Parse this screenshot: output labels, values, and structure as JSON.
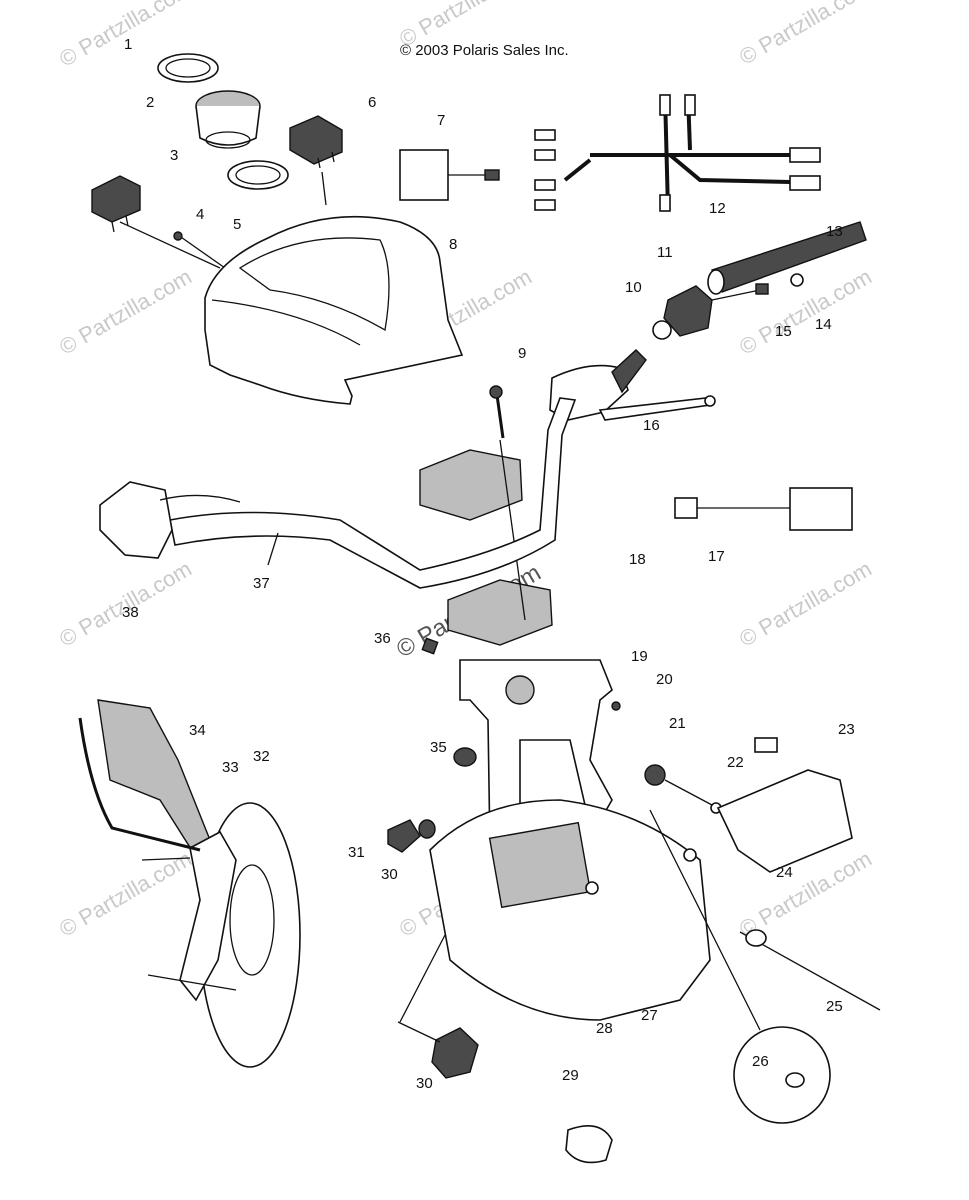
{
  "copyright": "© 2003 Polaris Sales Inc.",
  "watermark": "© Partzilla.com",
  "callouts": [
    "1",
    "2",
    "3",
    "4",
    "5",
    "6",
    "7",
    "8",
    "9",
    "10",
    "11",
    "12",
    "13",
    "14",
    "15",
    "16",
    "17",
    "18",
    "19",
    "20",
    "21",
    "22",
    "23",
    "24",
    "25",
    "26",
    "27",
    "28",
    "29",
    "30",
    "30",
    "31",
    "32",
    "33",
    "34",
    "35",
    "36",
    "37",
    "38"
  ]
}
